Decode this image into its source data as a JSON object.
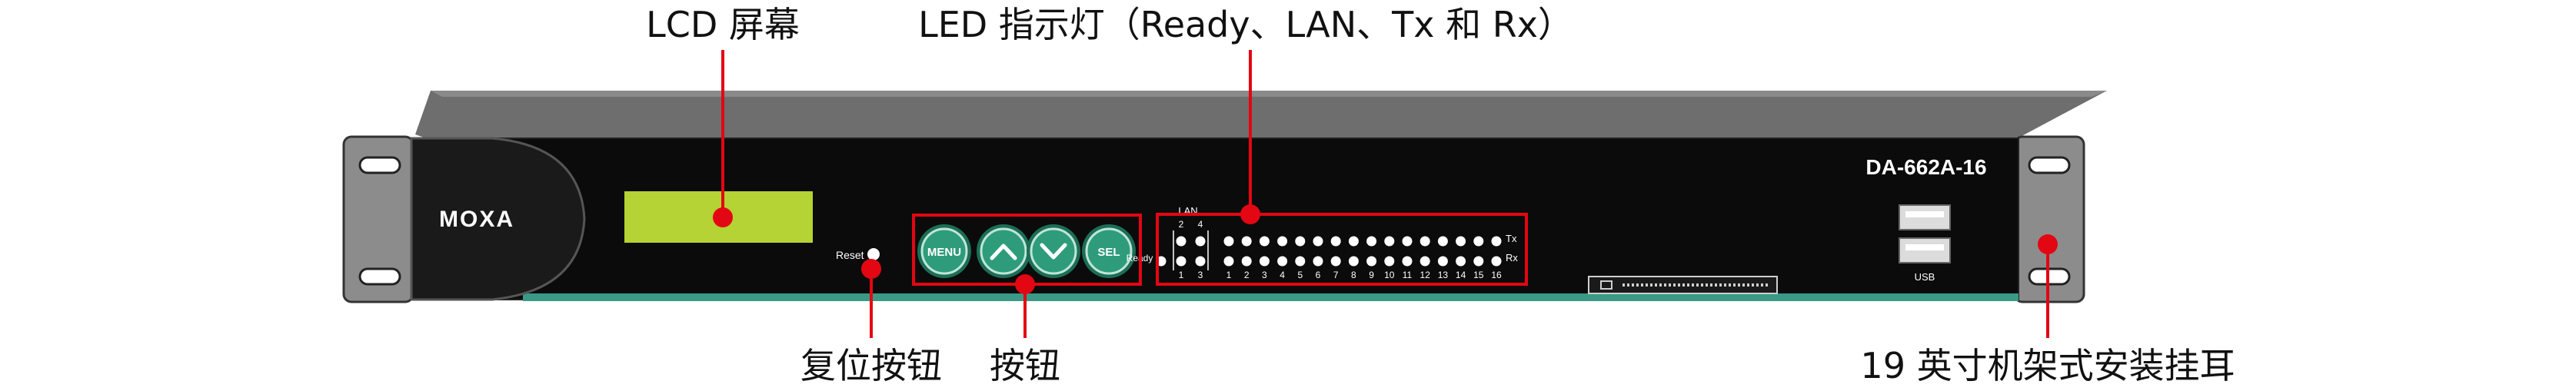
{
  "callouts": {
    "lcd": "LCD 屏幕",
    "led": "LED 指示灯（Ready、LAN、Tx 和 Rx）",
    "reset": "复位按钮",
    "buttons": "按钮",
    "rack_ears": "19 英寸机架式安装挂耳"
  },
  "device": {
    "logo": "MOXA",
    "model": "DA-662A-16",
    "reset_label": "Reset",
    "lan_label": "LAN",
    "lan_top_numbers": [
      "2",
      "4"
    ],
    "lan_bottom_numbers": [
      "1",
      "3"
    ],
    "ready_label": "Ready",
    "tx_label": "Tx",
    "rx_label": "Rx",
    "port_numbers": [
      "1",
      "2",
      "3",
      "4",
      "5",
      "6",
      "7",
      "8",
      "9",
      "10",
      "11",
      "12",
      "13",
      "14",
      "15",
      "16"
    ],
    "usb_label": "USB",
    "buttons": [
      "MENU",
      "up-arrow-icon",
      "down-arrow-icon",
      "SEL"
    ]
  },
  "colors": {
    "callout_red": "#e30613",
    "chassis": "#0b0b0b",
    "lcd": "#b5d334",
    "button_green": "#2e9c7a",
    "rack_ear": "#8c8c8c",
    "base_strip": "#3a9a86"
  }
}
